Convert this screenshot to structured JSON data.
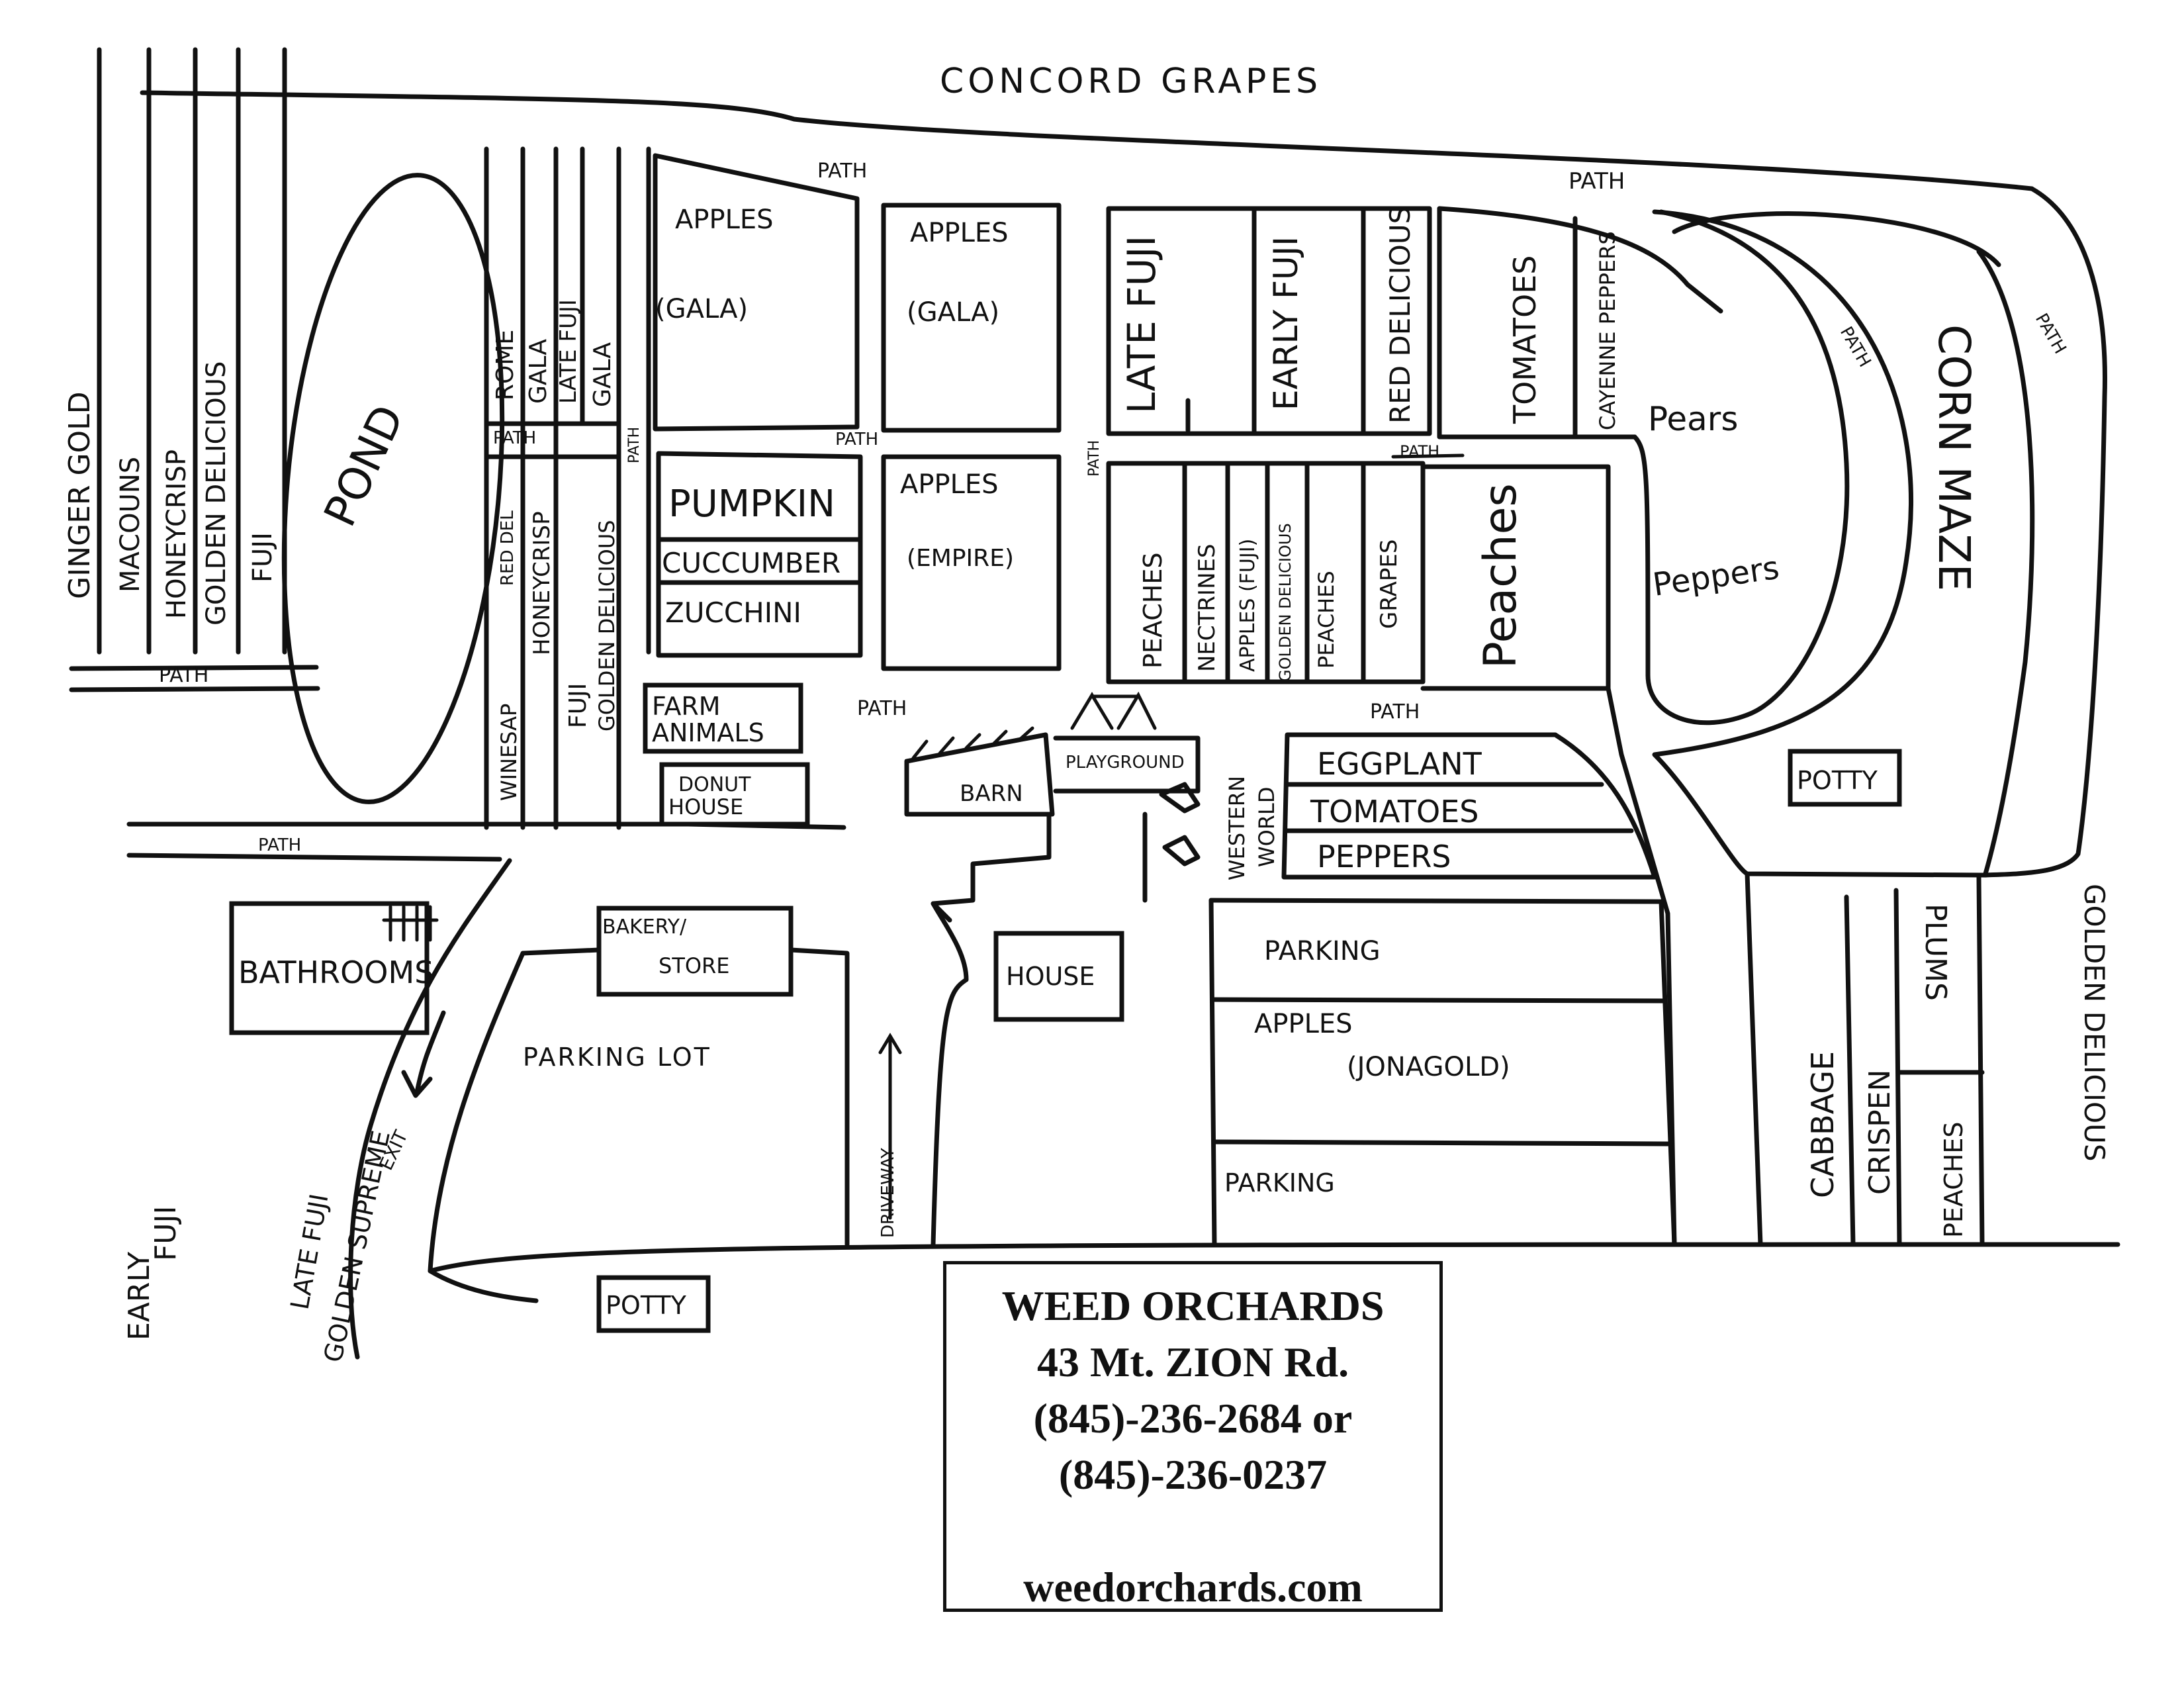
{
  "map": {
    "title": "CONCORD GRAPES",
    "path_label": "PATH",
    "labels": {
      "pond": "POND",
      "corn_maze": "CORN MAZE",
      "ginger_gold": "GINGER GOLD",
      "macouns": "MACOUNS",
      "honeycrisp_left": "HONEYCRISP",
      "golden_delicious_left": "GOLDEN DELICIOUS",
      "fuji_left": "FUJI",
      "rome": "ROME",
      "gala_a": "GALA",
      "late_fuji_a": "LATE FUJI",
      "gala_b": "GALA",
      "winesap": "WINESAP",
      "red_del": "RED DEL",
      "honeycrisp_mid": "HONEYCRISP",
      "fuji_mid": "FUJI",
      "golden_delicious_mid": "GOLDEN DELICIOUS",
      "apples_1": "APPLES",
      "gala_1": "(GALA)",
      "apples_2": "APPLES",
      "gala_2": "(GALA)",
      "late_fuji_field": "LATE FUJI",
      "early_fuji_field": "EARLY FUJI",
      "red_delicious": "RED DELICIOUS",
      "tomatoes_top": "TOMATOES",
      "cayenne_peppers": "CAYENNE PEPPERS",
      "pears": "Pears",
      "peppers_right": "Peppers",
      "pumpkin": "PUMPKIN",
      "cucumber": "CUCCUMBER",
      "zucchini": "ZUCCHINI",
      "apples_empire": "APPLES",
      "empire": "(EMPIRE)",
      "peaches_a": "PEACHES",
      "nectarines": "NECTRINES",
      "apples_fuji": "APPLES (FUJI)",
      "golden_delicious_sm": "GOLDEN DELICIOUS",
      "peaches_b": "PEACHES",
      "grapes": "GRAPES",
      "peaches_big": "Peaches",
      "farm_animals_1": "FARM",
      "farm_animals_2": "ANIMALS",
      "donut_1": "DONUT",
      "donut_2": "HOUSE",
      "barn": "BARN",
      "playground": "PLAYGROUND",
      "western_1": "WESTERN",
      "western_2": "WORLD",
      "eggplant": "EGGPLANT",
      "tomatoes_mid": "TOMATOES",
      "peppers_mid": "PEPPERS",
      "potty": "POTTY",
      "bathrooms": "BATHROOMS",
      "bakery_1": "BAKERY/",
      "bakery_2": "STORE",
      "house": "HOUSE",
      "parking_lot": "PARKING LOT",
      "driveway": "DRIVEWAY",
      "parking": "PARKING",
      "apples_jona": "APPLES",
      "jonagold": "(JONAGOLD)",
      "cabbage": "CABBAGE",
      "crispen": "CRISPEN",
      "plums": "PLUMS",
      "peaches_c": "PEACHES",
      "golden_delicious_right": "GOLDEN DELICIOUS",
      "late_fuji_road": "LATE FUJI",
      "golden_supreme": "GOLDEN SUPREME",
      "early_fuji_1": "EARLY",
      "early_fuji_2": "FUJI",
      "exit": "EXIT"
    }
  },
  "info": {
    "name": "WEED ORCHARDS",
    "address": "43 Mt. ZION Rd.",
    "phone1": "(845)-236-2684 or",
    "phone2": "(845)-236-0237",
    "website": "weedorchards.com"
  }
}
